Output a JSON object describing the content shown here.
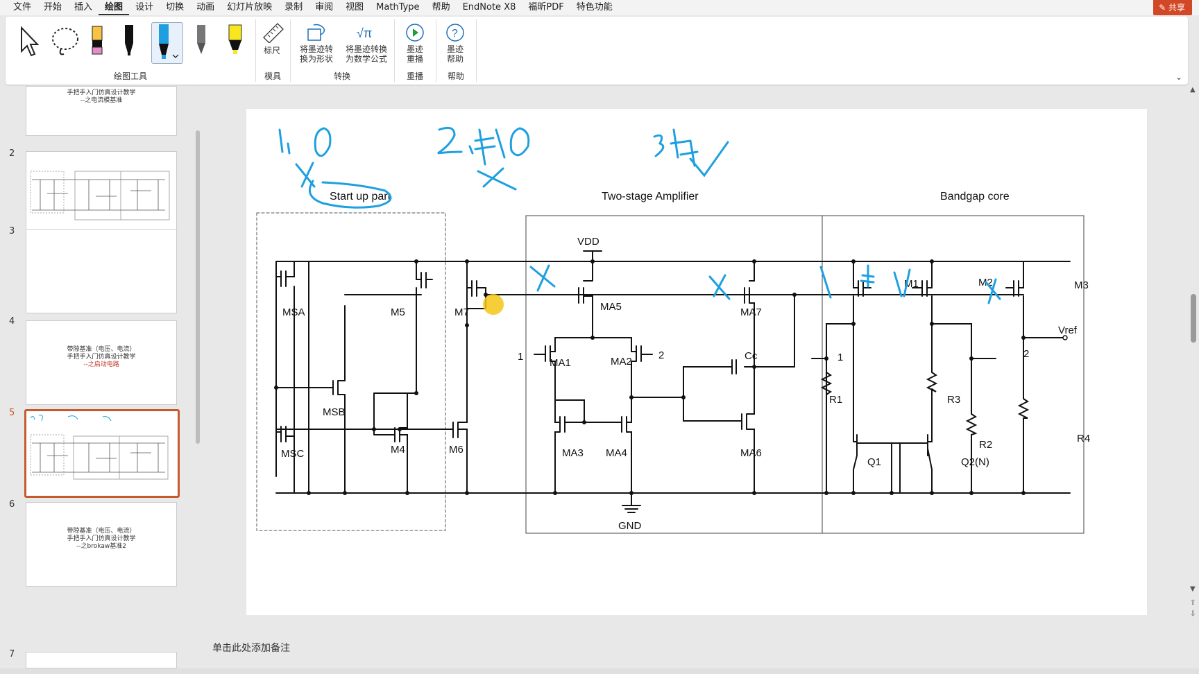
{
  "menu": [
    "文件",
    "开始",
    "插入",
    "绘图",
    "设计",
    "切换",
    "动画",
    "幻灯片放映",
    "录制",
    "审阅",
    "视图",
    "MathType",
    "帮助",
    "EndNote X8",
    "福昕PDF",
    "特色功能"
  ],
  "menu_active": 3,
  "share_label": "共享",
  "ribbon": {
    "group_draw": "绘图工具",
    "group_stencil": "模具",
    "group_convert": "转换",
    "group_replay": "重播",
    "group_help": "帮助",
    "ruler_label": "标尺",
    "ink_to_shape": "将墨迹转换为形状",
    "ink_to_shape_l1": "将墨迹转",
    "ink_to_shape_l2": "换为形状",
    "ink_to_math_l1": "将墨迹转换",
    "ink_to_math_l2": "为数学公式",
    "ink_replay_l1": "墨迹",
    "ink_replay_l2": "重播",
    "ink_help_l1": "墨迹",
    "ink_help_l2": "帮助"
  },
  "thumbs": {
    "t1_line1": "手把手入门仿真设计教学",
    "t1_line2": "--之电流模基准",
    "t2_num": "2",
    "t3_num": "3",
    "t4_num": "4",
    "t4_line1": "带隙基准（电压、电流）",
    "t4_line2": "手把手入门仿真设计教学",
    "t4_line3": "--之启动电路",
    "t5_num": "5",
    "t6_num": "6",
    "t6_line1": "带隙基准（电压、电流）",
    "t6_line2": "手把手入门仿真设计教学",
    "t6_line3": "--之brokaw基准2",
    "t7_num": "7"
  },
  "notes_placeholder": "单击此处添加备注",
  "slide": {
    "title_startup": "Start up part",
    "title_amp": "Two-stage Amplifier",
    "title_bandgap": "Bandgap core",
    "labels": {
      "vdd": "VDD",
      "gnd": "GND",
      "vref": "Vref",
      "msa": "MSA",
      "msb": "MSB",
      "msc": "MSC",
      "m4": "M4",
      "m5": "M5",
      "m6": "M6",
      "m7": "M7",
      "ma1": "MA1",
      "ma2": "MA2",
      "ma3": "MA3",
      "ma4": "MA4",
      "ma5": "MA5",
      "ma6": "MA6",
      "ma7": "MA7",
      "cc": "Cc",
      "m1": "M1",
      "m2": "M2",
      "m3": "M3",
      "r1": "R1",
      "r2": "R2",
      "r3": "R3",
      "r4": "R4",
      "q1": "Q1",
      "q2": "Q2(N)",
      "node1_amp": "1",
      "node2_amp": "2",
      "node1_bg": "1",
      "node2_bg": "2"
    },
    "ink_color": "#1ea0e0",
    "ink_text": {
      "a": "1.0",
      "b": "2.非0",
      "c": "3.正"
    }
  }
}
